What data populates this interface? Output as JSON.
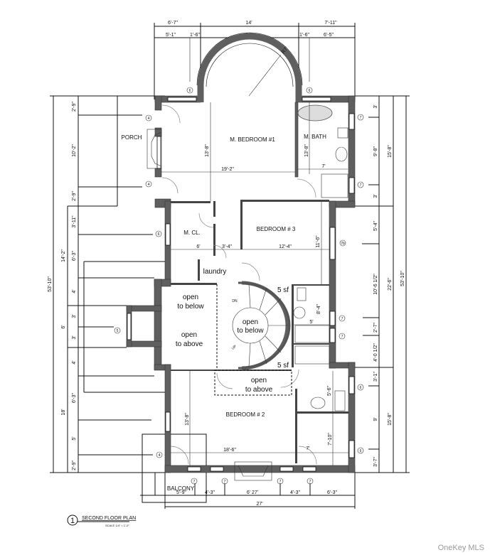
{
  "title": "SECOND FLOOR PLAN",
  "title_number": "1",
  "scale": "SCALE 1/4\" = 1'-0\"",
  "watermark": "OneKey MLS",
  "rooms": {
    "master_bedroom": "M. BEDROOM  #1",
    "master_bath": "M. BATH",
    "porch": "PORCH",
    "master_closet": "M. CL.",
    "bedroom3": "BEDROOM # 3",
    "laundry": "laundry",
    "open_below_1a": "open",
    "open_below_1b": "to below",
    "open_above_1a": "open",
    "open_above_1b": "to above",
    "open_below_2a": "open",
    "open_below_2b": "to below",
    "open_above_2a": "open",
    "open_above_2b": "to above",
    "sf_top": "5 sf",
    "sf_bottom": "5 sf",
    "bedroom2": "BEDROOM # 2",
    "balcony": "BALCONY",
    "stair_down": "DN",
    "stair_up": "UP"
  },
  "dims": {
    "top1": [
      "6'-7\"",
      "14'",
      "7'-11\""
    ],
    "top2": [
      "5'-1\"",
      "1'-6\"",
      "14'",
      "1'-6\"",
      "6'-5\""
    ],
    "radius": "R7'",
    "left_inner": [
      "2'-9\"",
      "10'-2\"",
      "2'-9\"",
      "3'-11\"",
      "6'-3\"",
      "4'",
      "3'",
      "3'",
      "4'",
      "6'-3\"",
      "5'",
      "2'-9\""
    ],
    "left_mid": [
      "14'-2\"",
      "6'",
      "18'"
    ],
    "left_outer": "53'-10\"",
    "right_inner": [
      "3'",
      "9'-8\"",
      "3'",
      "5'-4\"",
      "10'-6 1/2\"",
      "2'-7\"",
      "4'-0 1/2\"",
      "3'-1\"",
      "9'",
      "3'-7\""
    ],
    "right_mid": [
      "15'-8\"",
      "22'-6\"",
      "15'-8\""
    ],
    "right_outer": "53'-10\"",
    "bottom1": [
      "5'-9\"",
      "4'-3\"",
      "6' 27'",
      "4'-3\"",
      "6'-3\""
    ],
    "bottom2": "27'",
    "interior": {
      "mbr_depth": "13'-8\"",
      "mbr_width": "19'-2\"",
      "mbath_width": "7'",
      "mbath_depth": "13'-8\"",
      "mcl_width": "6'",
      "hall_width": "3'-4\"",
      "br3_width": "12'-4\"",
      "br3_depth": "11'-6\"",
      "bath3_depth": "8'-4\"",
      "bath3_width": "5'",
      "bath2_depth": "5'-6\"",
      "closet2_depth": "7'-10\"",
      "br2_depth": "13'-8\"",
      "br2_width": "18'-6\"",
      "closet2_width": "7'"
    }
  },
  "window_tags": [
    "6",
    "6",
    "4",
    "4",
    "6",
    "7",
    "7",
    "7b",
    "5",
    "7",
    "7",
    "6",
    "6",
    "4",
    "7",
    "7",
    "7",
    "7"
  ]
}
